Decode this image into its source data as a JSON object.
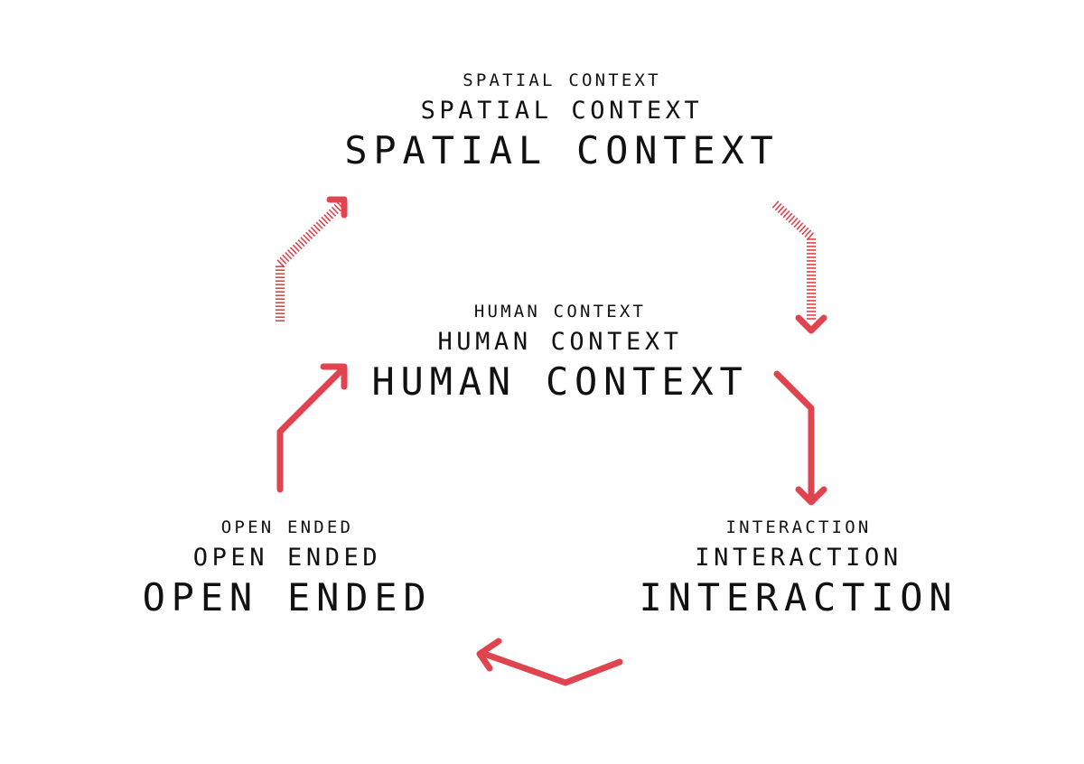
{
  "colors": {
    "accent": "#e0444e",
    "text": "#111111",
    "background": "#ffffff"
  },
  "nodes": {
    "spatial": {
      "small": "SPATIAL CONTEXT",
      "medium": "SPATIAL CONTEXT",
      "large": "SPATIAL CONTEXT"
    },
    "human": {
      "small": "HUMAN CONTEXT",
      "medium": "HUMAN CONTEXT",
      "large": "HUMAN CONTEXT"
    },
    "open_ended": {
      "small": "OPEN ENDED",
      "medium": "OPEN ENDED",
      "large": "OPEN ENDED"
    },
    "interaction": {
      "small": "INTERACTION",
      "medium": "INTERACTION",
      "large": "INTERACTION"
    }
  },
  "edges": [
    {
      "from": "human",
      "to": "spatial",
      "style": "hatched"
    },
    {
      "from": "spatial",
      "to": "human",
      "style": "hatched"
    },
    {
      "from": "human",
      "to": "interaction",
      "style": "solid"
    },
    {
      "from": "interaction",
      "to": "open_ended",
      "style": "solid"
    },
    {
      "from": "open_ended",
      "to": "human",
      "style": "solid"
    }
  ]
}
